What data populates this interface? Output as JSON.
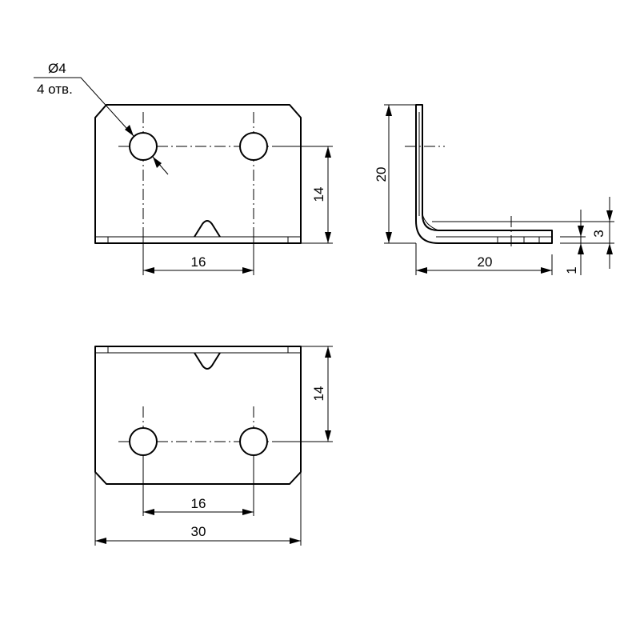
{
  "annotations": {
    "hole_diameter": "Ø4",
    "hole_count": "4 отв."
  },
  "dimensions": {
    "front_height": "14",
    "front_hole_spacing": "16",
    "side_height": "20",
    "side_length": "20",
    "side_offset": "3",
    "side_thickness": "1",
    "bottom_height": "14",
    "bottom_hole_spacing": "16",
    "overall_width": "30"
  }
}
